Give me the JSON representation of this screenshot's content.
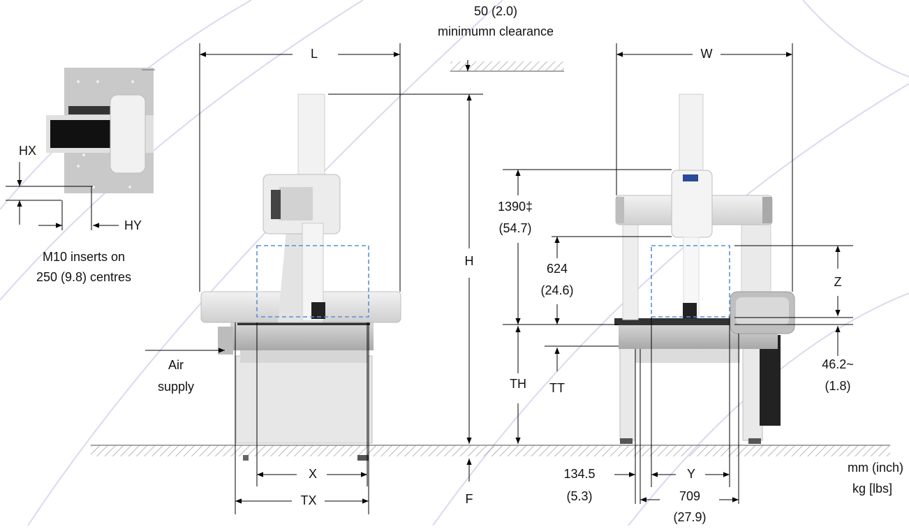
{
  "colors": {
    "line": "#000000",
    "machine_light": "#e6e6e6",
    "machine_mid": "#c8c8c8",
    "machine_dark": "#9a9a9a",
    "measure_box": "#5b8fd6",
    "hatch": "#9a9a9a",
    "swoosh": "#c9c9ec"
  },
  "inset": {
    "hx": "HX",
    "hy": "HY",
    "note_line1": "M10 inserts on",
    "note_line2": "250 (9.8) centres"
  },
  "clearance": {
    "line1": "50 (2.0)",
    "line2": "minimumn clearance"
  },
  "side_view": {
    "L": "L",
    "H": "H",
    "X": "X",
    "TX": "TX",
    "F": "F",
    "air_line1": "Air",
    "air_line2": "supply"
  },
  "front_view": {
    "W": "W",
    "dim1390": "1390‡",
    "dim1390_inch": "(54.7)",
    "dim624": "624",
    "dim624_inch": "(24.6)",
    "TH": "TH",
    "TT": "TT",
    "Z": "Z",
    "dim46": "46.2~",
    "dim46_inch": "(1.8)",
    "dim134": "134.5",
    "dim134_inch": "(5.3)",
    "Y": "Y",
    "dim709": "709",
    "dim709_inch": "(27.9)"
  },
  "units": {
    "line1": "mm (inch)",
    "line2": "kg [lbs]"
  }
}
